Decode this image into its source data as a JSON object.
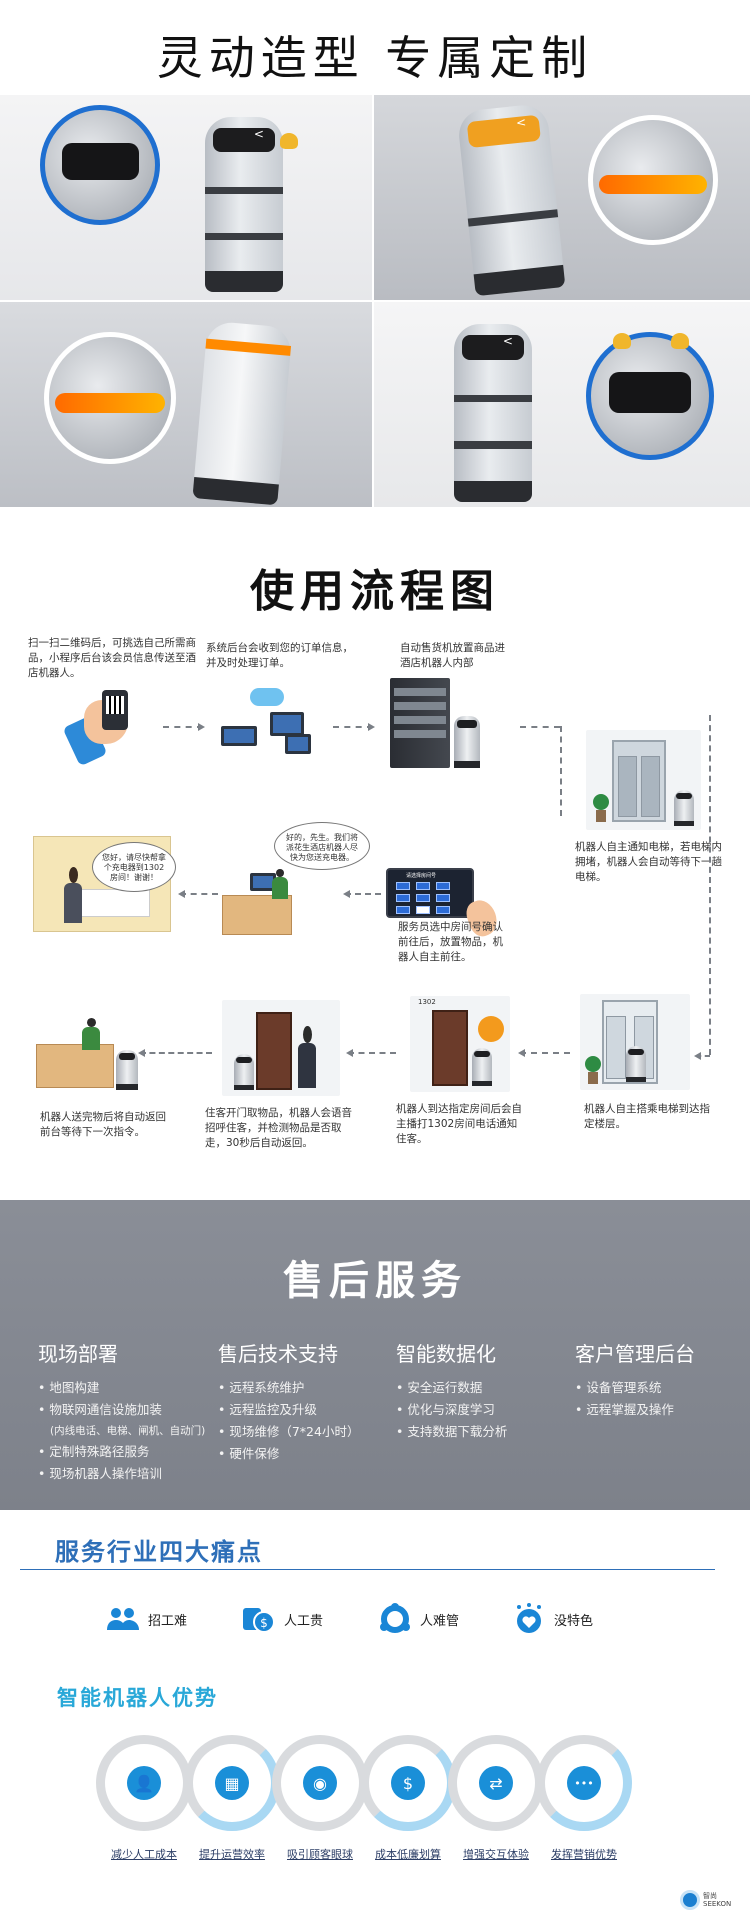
{
  "section1": {
    "title": "灵动造型 专属定制"
  },
  "section2": {
    "title": "使用流程图",
    "steps": {
      "scan": "扫一扫二维码后，可挑选自己所需商品，小程序后台该会员信息传送至酒店机器人。",
      "backend": "系统后台会收到您的订单信息，并及时处理订单。",
      "vending": "自动售货机放置商品进酒店机器人内部",
      "elevator_call": "机器人自主通知电梯，若电梯内拥堵，机器人会自动等待下一趟电梯。",
      "staff_select": "服务员选中房间号确认前往后，放置物品，机器人自主前往。",
      "elevator_ride": "机器人自主搭乘电梯到达指定楼层。",
      "arrive_call": "机器人到达指定房间后会自主播打1302房间电话通知住客。",
      "pickup": "住客开门取物品，机器人会语音招呼住客，并检测物品是否取走，30秒后自动返回。",
      "return": "机器人送完物后将自动返回前台等待下一次指令。"
    },
    "speech_guest": "您好，请尽快帮拿个充电器到1302房间！谢谢！",
    "speech_staff": "好的，先生。我们将派花生酒店机器人尽快为您送充电器。",
    "tablet_header": "请选择房间号",
    "tablet_keys": [
      "1101",
      "1102",
      "1103",
      "1201",
      "1202",
      "1203",
      "1301",
      "1302",
      "1303"
    ],
    "tablet_confirm": "确认",
    "door_number": "1302"
  },
  "section3": {
    "title": "售后服务",
    "columns": [
      {
        "heading": "现场部署",
        "items": [
          "地图构建",
          "物联网通信设施加装",
          "定制特殊路径服务",
          "现场机器人操作培训"
        ],
        "sub": "(内线电话、电梯、闸机、自动门)"
      },
      {
        "heading": "售后技术支持",
        "items": [
          "远程系统维护",
          "远程监控及升级",
          "现场维修（7*24小时）",
          "硬件保修"
        ]
      },
      {
        "heading": "智能数据化",
        "items": [
          "安全运行数据",
          "优化与深度学习",
          "支持数据下载分析"
        ]
      },
      {
        "heading": "客户管理后台",
        "items": [
          "设备管理系统",
          "远程掌握及操作"
        ]
      }
    ]
  },
  "section4": {
    "pain_title": "服务行业四大痛点",
    "pains": [
      {
        "label": "招工难",
        "icon": "people-icon"
      },
      {
        "label": "人工贵",
        "icon": "coins-icon"
      },
      {
        "label": "人难管",
        "icon": "network-icon"
      },
      {
        "label": "没特色",
        "icon": "heart-icon"
      }
    ],
    "adv_title": "智能机器人优势",
    "advantages": [
      {
        "label": "减少人工成本",
        "icon": "person-icon",
        "glyph": "👤"
      },
      {
        "label": "提升运营效率",
        "icon": "grid-icon",
        "glyph": "▦"
      },
      {
        "label": "吸引顾客眼球",
        "icon": "eye-icon",
        "glyph": "◉"
      },
      {
        "label": "成本低廉划算",
        "icon": "money-bag-icon",
        "glyph": "$"
      },
      {
        "label": "增强交互体验",
        "icon": "exchange-icon",
        "glyph": "⇄"
      },
      {
        "label": "发挥营销优势",
        "icon": "more-icon",
        "glyph": "•••"
      }
    ],
    "brand_line1": "智尚",
    "brand_line2": "SEEKON"
  }
}
